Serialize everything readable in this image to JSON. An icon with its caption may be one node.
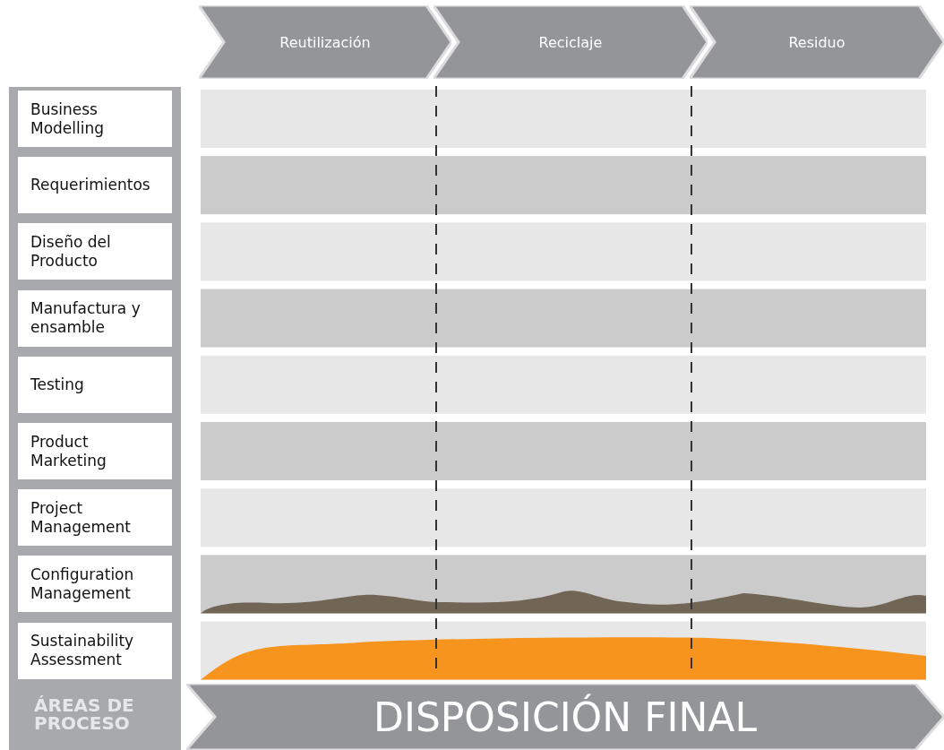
{
  "diagram": {
    "nodes": [
      {
        "text": [
          "Reutilización"
        ]
      },
      {
        "text": [
          "Reciclaje"
        ]
      },
      {
        "text": [
          "Residuo"
        ]
      },
      {
        "text": [
          "ÁREAS DE PROCESO"
        ]
      },
      {
        "text": [
          "Business Modelling"
        ],
        "in": 3
      },
      {
        "text": [
          "Requerimientos"
        ],
        "in": 3
      },
      {
        "text": [
          "Diseño del Producto"
        ],
        "in": 3
      },
      {
        "text": [
          "Manufactura y ensamble"
        ],
        "in": 3
      },
      {
        "text": [
          "Testing"
        ],
        "in": 3
      },
      {
        "text": [
          "Product Marketing"
        ],
        "in": 3
      },
      {
        "text": [
          "Project Management"
        ],
        "in": 3
      },
      {
        "text": [
          "Configuration Management"
        ],
        "in": 3
      },
      {
        "text": [
          "Sustainability Assessment"
        ],
        "in": 3
      },
      {
        "text": [
          "DISPOSICIÓN FINAL"
        ]
      }
    ],
    "edges": []
  }
}
